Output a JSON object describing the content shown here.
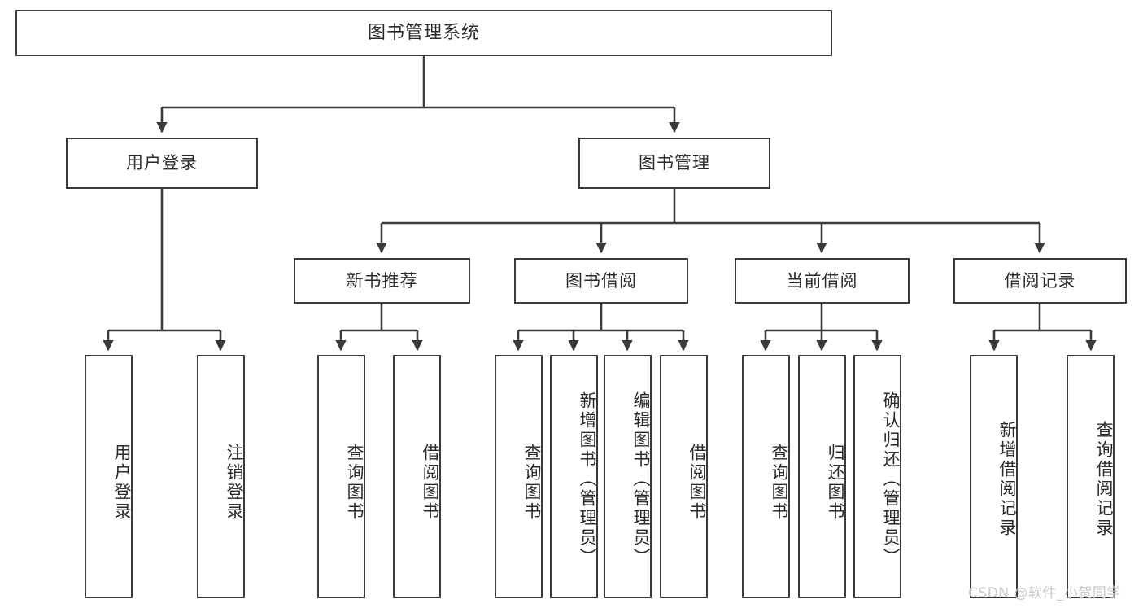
{
  "diagram": {
    "type": "hierarchy-tree",
    "title": "图书管理系统",
    "watermark": "CSDN @软件_小贺同学",
    "colors": {
      "stroke": "#3a3a3a",
      "fill": "#ffffff",
      "text": "#2b2b2b",
      "watermark": "#c9c9c9"
    },
    "root": {
      "label": "图书管理系统"
    },
    "level2": [
      {
        "label": "用户登录"
      },
      {
        "label": "图书管理"
      }
    ],
    "level3": [
      {
        "label": "新书推荐"
      },
      {
        "label": "图书借阅"
      },
      {
        "label": "当前借阅"
      },
      {
        "label": "借阅记录"
      }
    ],
    "leaves": {
      "user_login": [
        {
          "label": "用户登录"
        },
        {
          "label": "注销登录"
        }
      ],
      "new_book_recommend": [
        {
          "label": "查询图书"
        },
        {
          "label": "借阅图书"
        }
      ],
      "book_borrow": [
        {
          "label": "查询图书"
        },
        {
          "label": "新增图书（管理员）"
        },
        {
          "label": "编辑图书（管理员）"
        },
        {
          "label": "借阅图书"
        }
      ],
      "current_borrow": [
        {
          "label": "查询图书"
        },
        {
          "label": "归还图书"
        },
        {
          "label": "确认归还（管理员）"
        }
      ],
      "borrow_record": [
        {
          "label": "新增借阅记录"
        },
        {
          "label": "查询借阅记录"
        }
      ]
    }
  }
}
